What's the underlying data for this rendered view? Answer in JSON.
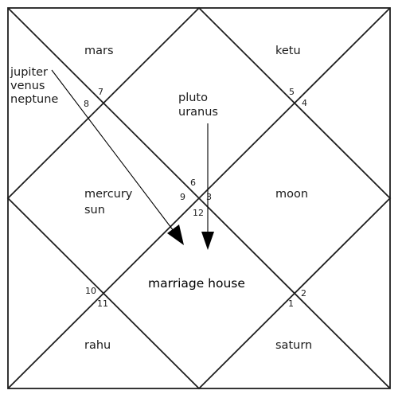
{
  "houses": [
    {
      "id": "top-left",
      "lines": [
        "mars"
      ]
    },
    {
      "id": "top-center",
      "lines": [
        "pluto",
        "uranus"
      ]
    },
    {
      "id": "top-right",
      "lines": [
        "ketu"
      ]
    },
    {
      "id": "left-upper",
      "lines": [
        "jupiter",
        "venus",
        "neptune"
      ]
    },
    {
      "id": "middle-left",
      "lines": [
        "mercury",
        "sun"
      ]
    },
    {
      "id": "middle-right",
      "lines": [
        "moon"
      ]
    },
    {
      "id": "center-bottom",
      "lines": [
        "marriage house"
      ]
    },
    {
      "id": "bottom-left",
      "lines": [
        "rahu"
      ]
    },
    {
      "id": "bottom-right",
      "lines": [
        "saturn"
      ]
    }
  ],
  "sign_numbers": [
    "7",
    "8",
    "5",
    "4",
    "6",
    "9",
    "3",
    "12",
    "10",
    "11",
    "2",
    "1"
  ]
}
